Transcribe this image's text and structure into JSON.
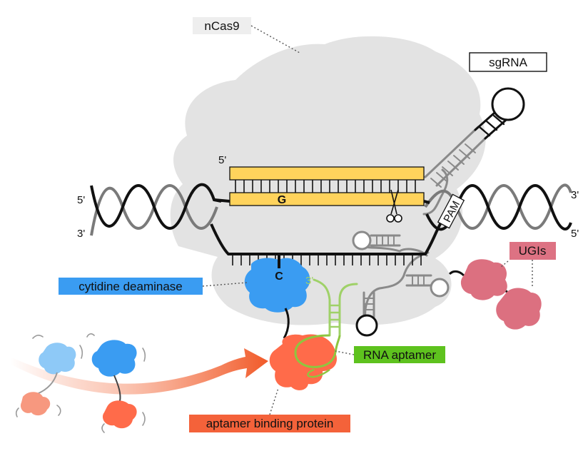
{
  "labels": {
    "ncas9": "nCas9",
    "sgrna": "sgRNA",
    "cytidine_deaminase": "cytidine deaminase",
    "rna_aptamer": "RNA aptamer",
    "aptamer_binding_protein": "aptamer binding protein",
    "ugis": "UGIs",
    "pam": "PAM",
    "base_g": "G",
    "base_c": "C",
    "five_prime": "5'",
    "three_prime": "3'"
  },
  "colors": {
    "cas9_body": "#e3e3e3",
    "ncas9_label_bg": "#eeeeee",
    "target_strand": "#ffd35c",
    "deaminase": "#3a9cf2",
    "deaminase_light": "#8ec9f7",
    "aptamer_green": "#8ec63f",
    "aptamer_label_bg": "#5ec21e",
    "binding_protein": "#ff6b4a",
    "binding_protein_light": "#f7987f",
    "ugi": "#dc7080",
    "ugi_label_bg": "#dd7283",
    "arrow": "#f15a29",
    "dna_dark": "#111111",
    "dna_grey": "#7a7a7a"
  },
  "icons": [
    "scissors-icon"
  ]
}
